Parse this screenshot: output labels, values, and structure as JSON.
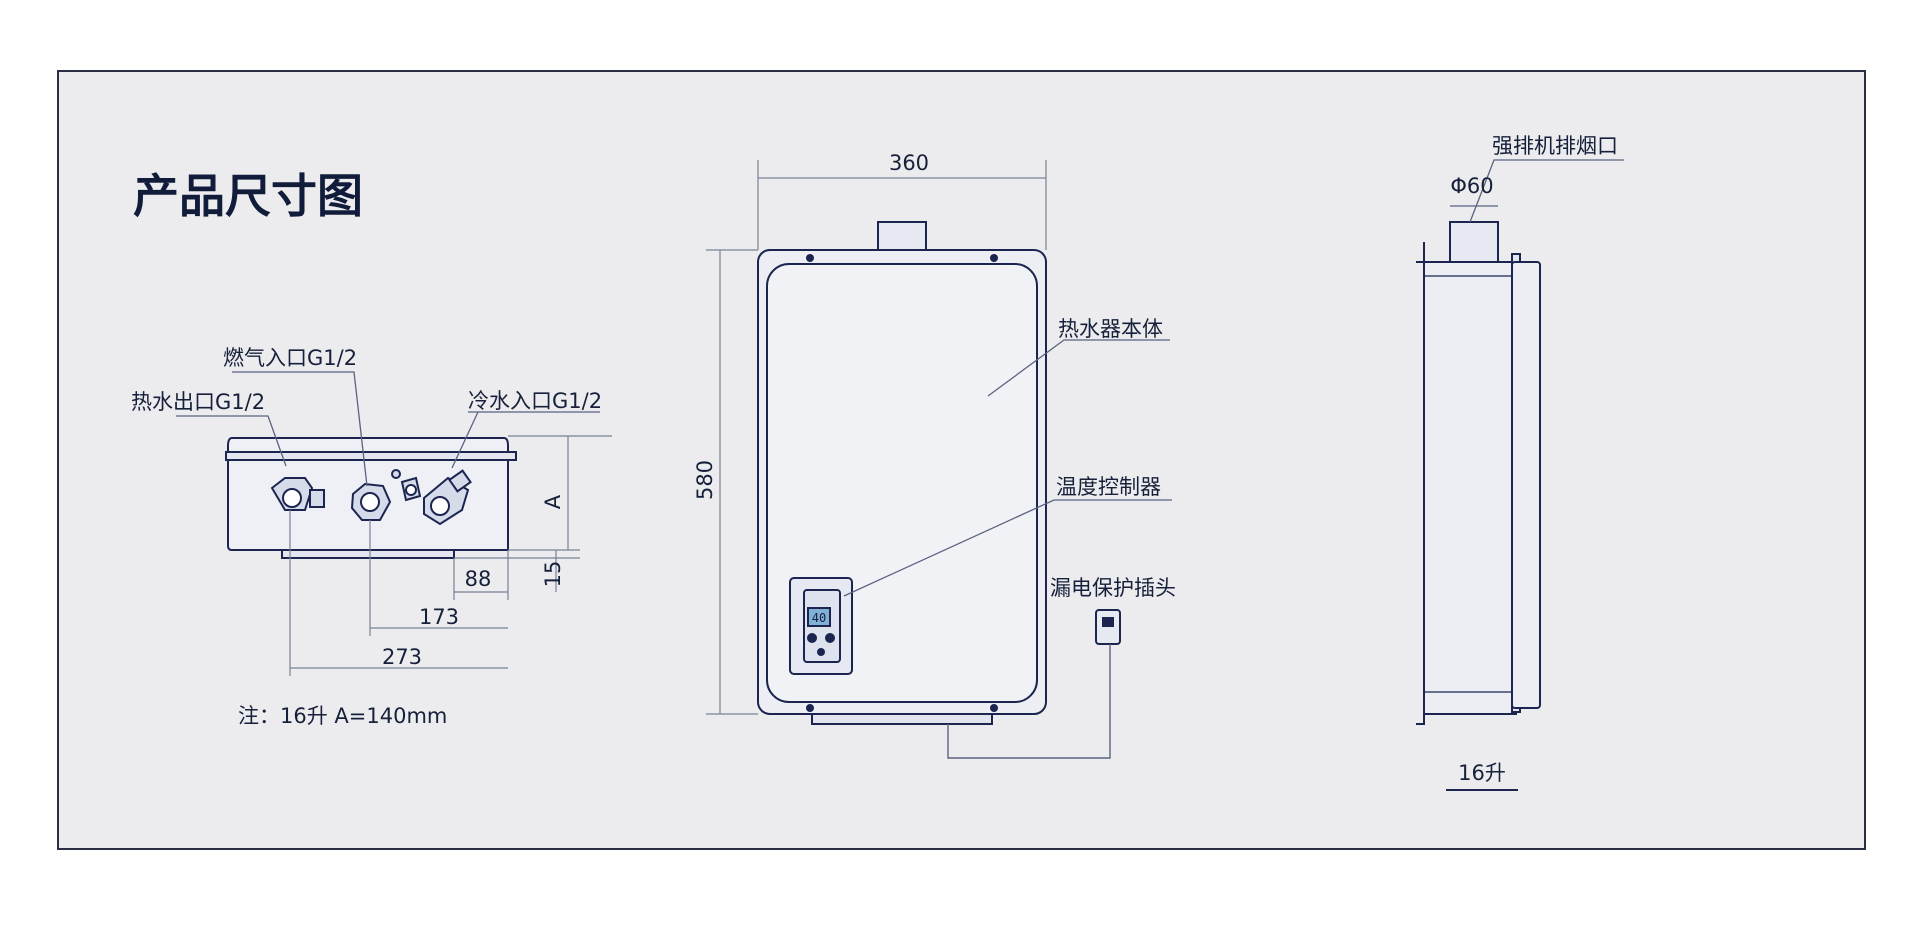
{
  "title": "产品尺寸图",
  "bottom_view": {
    "label_hot_outlet": "热水出口G1/2",
    "label_gas_inlet": "燃气入口G1/2",
    "label_cold_inlet": "冷水入口G1/2",
    "dim_a": "A",
    "dim_15": "15",
    "dim_88": "88",
    "dim_173": "173",
    "dim_273": "273",
    "note": "注：16升 A=140mm"
  },
  "front_view": {
    "dim_width": "360",
    "dim_height": "580",
    "label_body": "热水器本体",
    "label_controller": "温度控制器",
    "label_plug": "漏电保护插头",
    "display_value": "40"
  },
  "side_view": {
    "label_exhaust": "强排机排烟口",
    "dim_diameter": "Φ60",
    "caption": "16升"
  },
  "colors": {
    "background": "#ffffff",
    "panel": "#ececee",
    "line": "#1b2550",
    "dim_line": "#7a8198",
    "text": "#16203a",
    "display": "#7fb0d6"
  }
}
